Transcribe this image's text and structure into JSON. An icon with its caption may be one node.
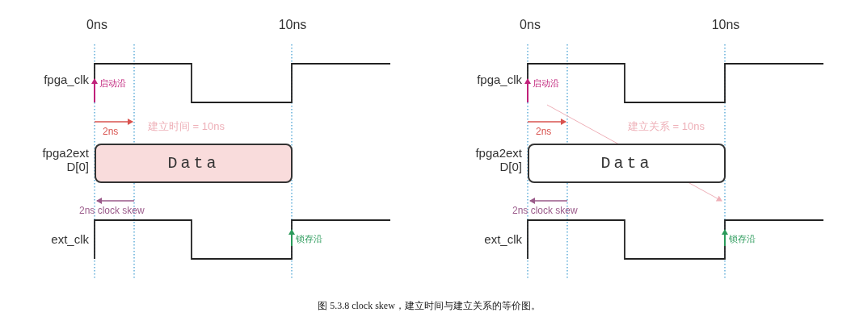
{
  "diagram": {
    "caption": "图 5.3.8 clock skew，建立时间与建立关系的等价图。",
    "nodes": [
      {
        "text": [
          "Data"
        ]
      },
      {
        "text": [
          "Data"
        ]
      }
    ],
    "labels": [
      "0ns",
      "10ns",
      "0ns",
      "10ns",
      "fpga_clk",
      "启动沿",
      "fpga_clk",
      "启动沿",
      "2ns",
      "建立时间 = 10ns",
      "2ns",
      "建立关系 = 10ns",
      "fpga2ext D[0]",
      "fpga2ext D[0]",
      "2ns clock skew",
      "2ns clock skew",
      "ext_clk",
      "锁存沿",
      "ext_clk",
      "锁存沿"
    ]
  }
}
